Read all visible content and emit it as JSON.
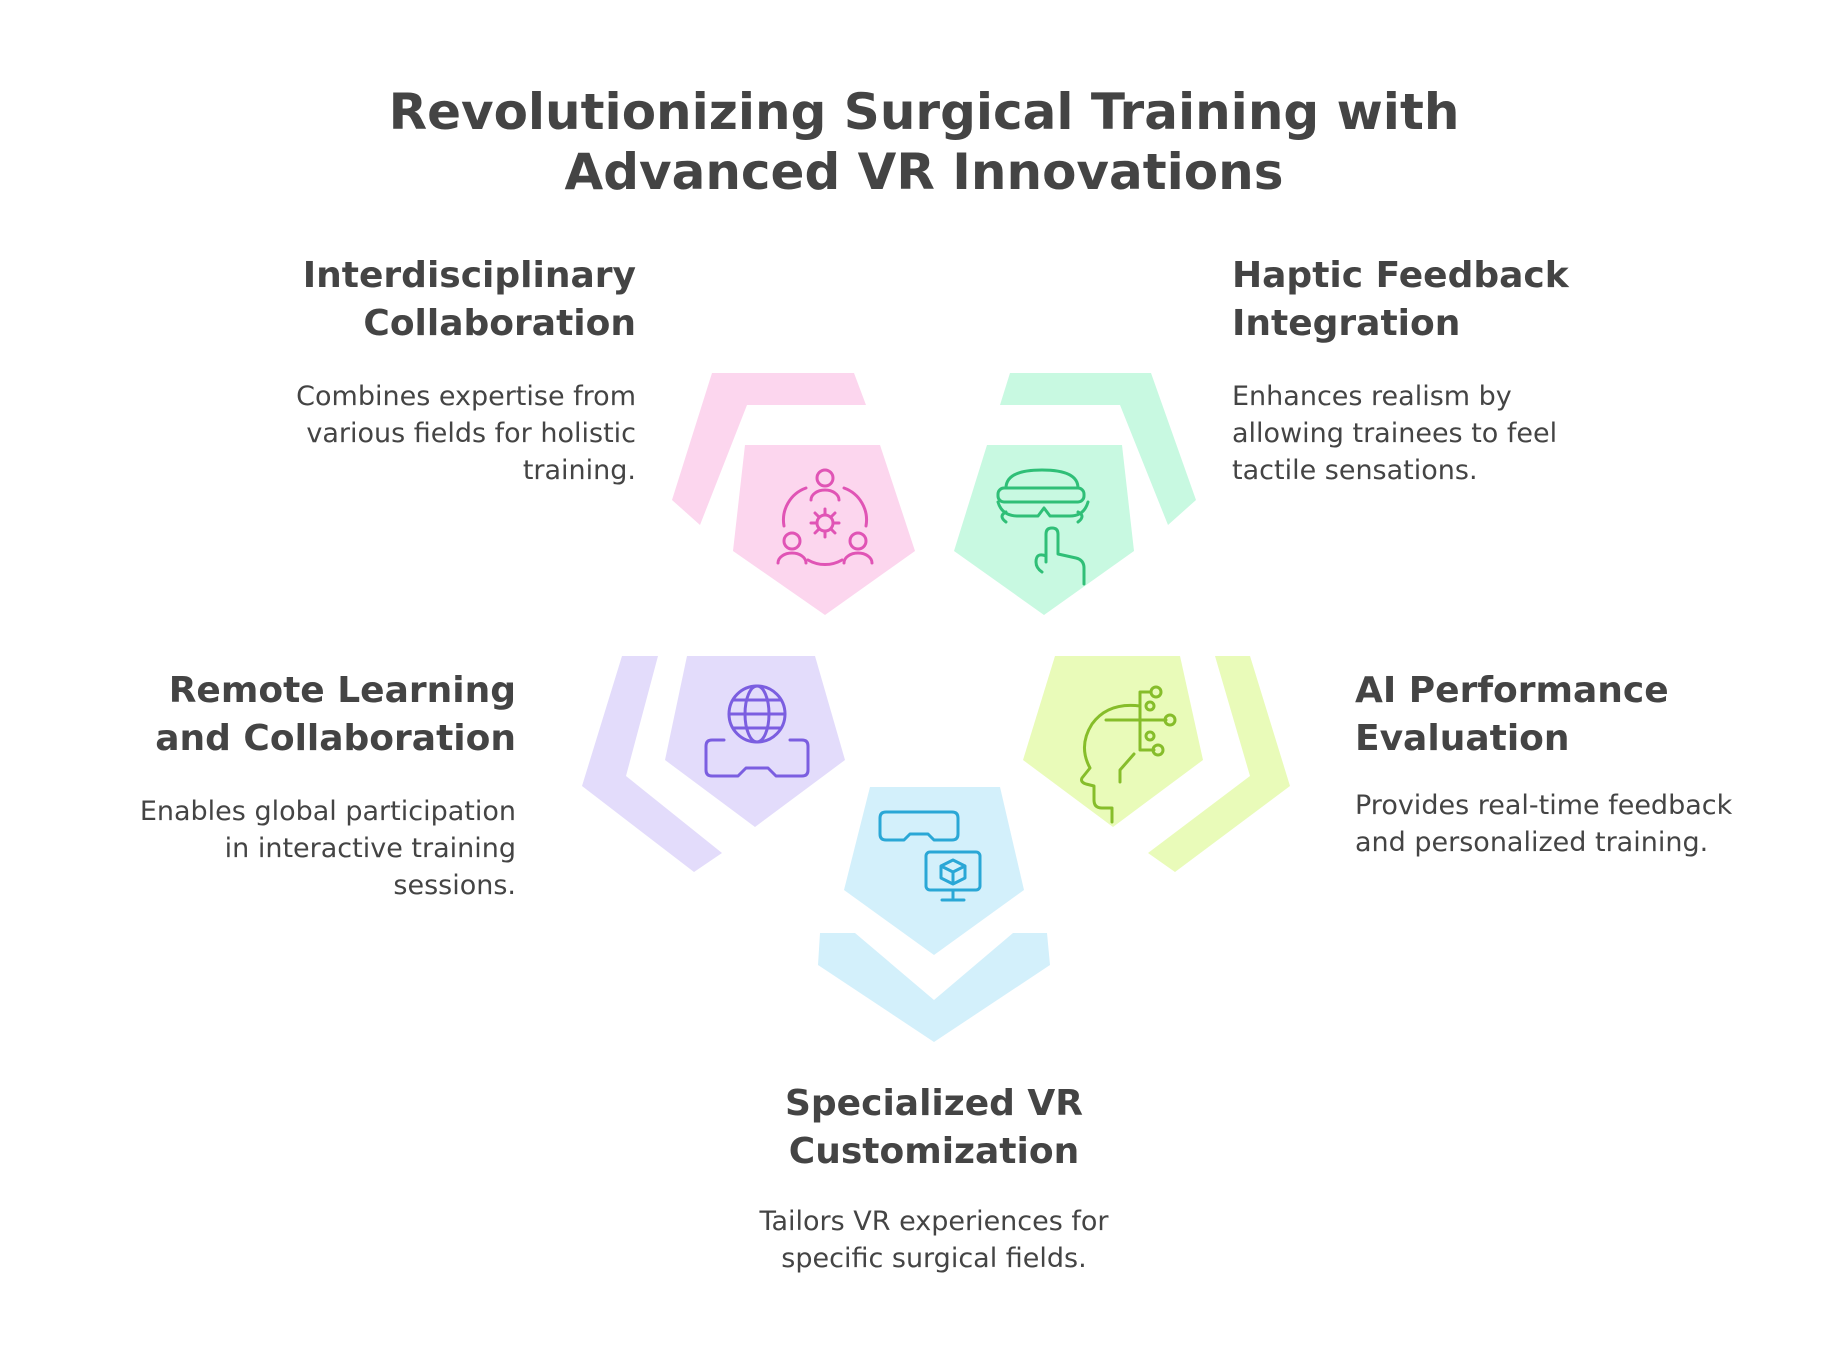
{
  "title": {
    "line1": "Revolutionizing Surgical Training with",
    "line2": "Advanced VR Innovations"
  },
  "colors": {
    "pink": "#fcd6ee",
    "green": "#c8f9e1",
    "lavender": "#e3dcfb",
    "lime": "#e9fbb9",
    "cyan": "#d3f0fb",
    "pink_icon": "#e054b5",
    "green_icon": "#2fbf77",
    "lavender_icon": "#7b5ee0",
    "lime_icon": "#86bd2a",
    "cyan_icon": "#2aa7d6",
    "text": "#444444"
  },
  "items": [
    {
      "id": "interdisciplinary",
      "heading_lines": [
        "Interdisciplinary",
        "Collaboration"
      ],
      "desc_lines": [
        "Combines expertise from",
        "various fields for holistic",
        "training."
      ],
      "icon": "team-collaboration-icon"
    },
    {
      "id": "haptic",
      "heading_lines": [
        "Haptic Feedback",
        "Integration"
      ],
      "desc_lines": [
        "Enhances realism by",
        "allowing trainees to feel",
        "tactile sensations."
      ],
      "icon": "vr-touch-icon"
    },
    {
      "id": "remote",
      "heading_lines": [
        "Remote Learning",
        "and Collaboration"
      ],
      "desc_lines": [
        "Enables global participation",
        "in interactive training",
        "sessions."
      ],
      "icon": "globe-vr-icon"
    },
    {
      "id": "ai",
      "heading_lines": [
        "AI Performance",
        "Evaluation"
      ],
      "desc_lines": [
        "Provides real-time feedback",
        "and personalized training."
      ],
      "icon": "ai-head-icon"
    },
    {
      "id": "specialized",
      "heading_lines": [
        "Specialized VR",
        "Customization"
      ],
      "desc_lines": [
        "Tailors VR experiences for",
        "specific surgical fields."
      ],
      "icon": "vr-monitor-cube-icon"
    }
  ]
}
